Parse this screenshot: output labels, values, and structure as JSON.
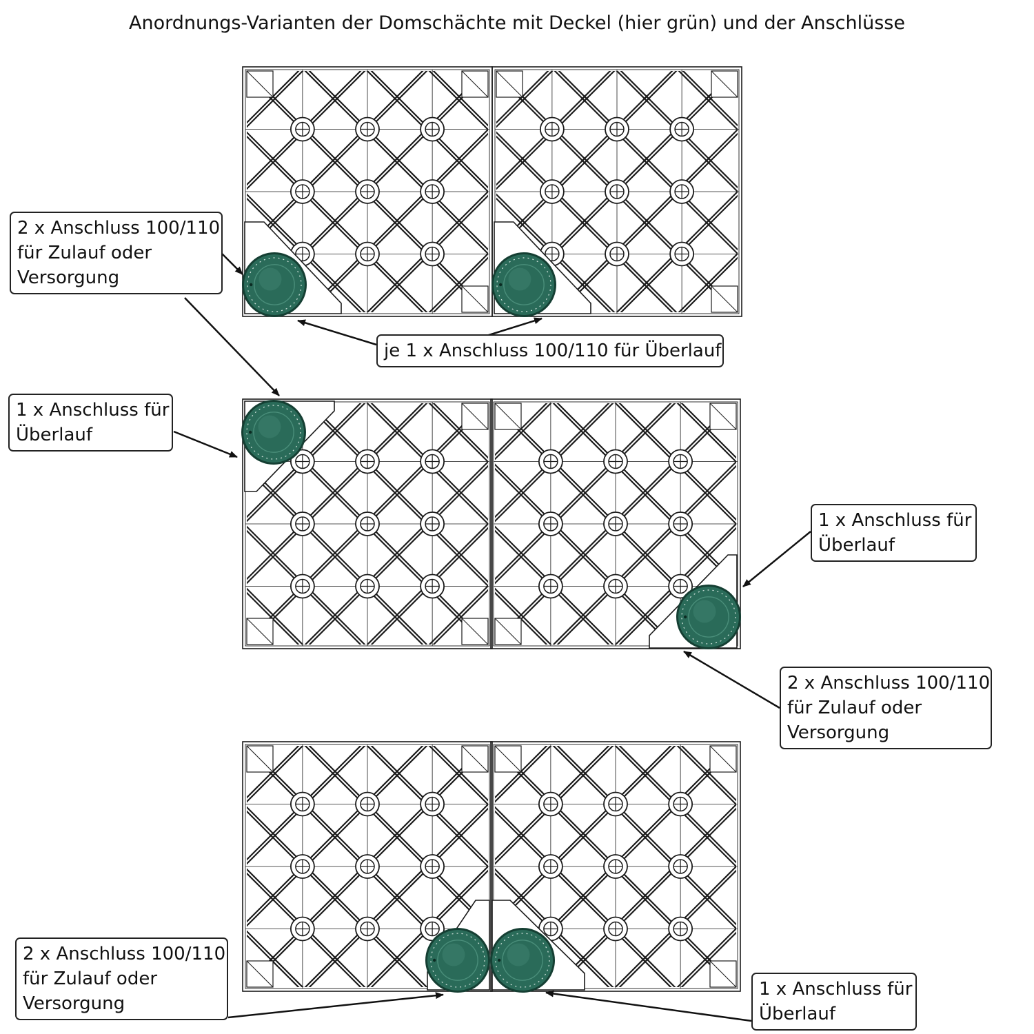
{
  "title": "Anordnungs-Varianten der Domschächte mit Deckel (hier grün) und der Anschlüsse",
  "colors": {
    "lid_green": "#2a6b59",
    "lid_dark": "#153f33",
    "lid_highlight": "#4a8e7a",
    "grid_line": "#1a1a1a",
    "callout_border": "#222222"
  },
  "callouts": {
    "top_left": [
      "2 x Anschluss 100/110",
      "für Zulauf oder",
      "Versorgung"
    ],
    "top_overflow": [
      "je 1 x Anschluss 100/110 für Überlauf"
    ],
    "middle_left": [
      "1 x Anschluss für",
      "Überlauf"
    ],
    "middle_right_top": [
      "1 x Anschluss für",
      "Überlauf"
    ],
    "middle_right_bottom": [
      "2 x Anschluss 100/110",
      "für Zulauf oder",
      "Versorgung"
    ],
    "bottom_left": [
      "2 x Anschluss 100/110",
      "für Zulauf oder",
      "Versorgung"
    ],
    "bottom_right": [
      "1 x Anschluss für",
      "Überlauf"
    ]
  }
}
